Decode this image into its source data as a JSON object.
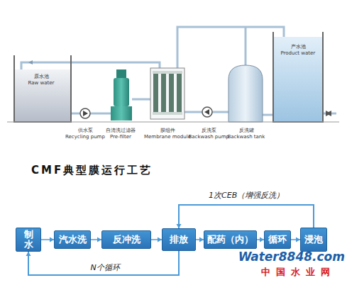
{
  "diagram": {
    "title": "CMF典型膜运行工艺",
    "nodes": [
      {
        "text": [
          "制水"
        ]
      },
      {
        "text": [
          "汽水洗"
        ]
      },
      {
        "text": [
          "反冲洗"
        ]
      },
      {
        "text": [
          "排放"
        ]
      },
      {
        "text": [
          "配药（内）"
        ]
      },
      {
        "text": [
          "循环"
        ]
      },
      {
        "text": [
          "浸泡"
        ]
      }
    ],
    "edges": [
      {
        "from": 0,
        "to": 1,
        "arrow": "to"
      },
      {
        "from": 1,
        "to": 2,
        "arrow": "to"
      },
      {
        "from": 2,
        "to": 3,
        "arrow": "to"
      },
      {
        "from": 3,
        "to": 4,
        "arrow": "to"
      },
      {
        "from": 4,
        "to": 5,
        "arrow": "to"
      },
      {
        "from": 5,
        "to": 6,
        "arrow": "to"
      },
      {
        "from": 6,
        "to": 3,
        "label": "1次CEB（增强反洗）",
        "arrow": "to"
      },
      {
        "from": 3,
        "to": 0,
        "label": "N个循环",
        "arrow": "to"
      }
    ],
    "labels": [
      "原水池",
      "Raw water",
      "供水泵",
      "Recycling pump",
      "自清洗过滤器",
      "Pre-filter",
      "膜组件",
      "Membrane module",
      "反洗泵",
      "Backwash pump",
      "反洗罐",
      "Backwash tank",
      "产水池",
      "Product water",
      "Water8848.com",
      "中国水业网"
    ]
  }
}
